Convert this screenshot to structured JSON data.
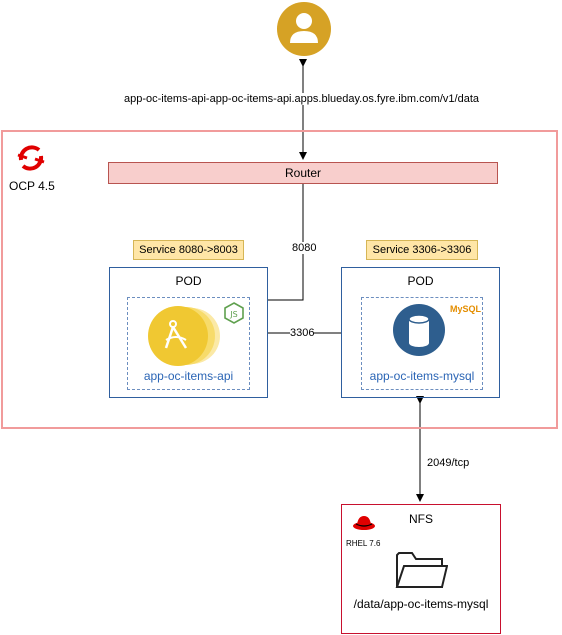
{
  "client": {
    "url_label": "app-oc-items-api-app-oc-items-api.apps.blueday.os.fyre.ibm.com/v1/data"
  },
  "ocp": {
    "label": "OCP 4.5"
  },
  "router": {
    "label": "Router"
  },
  "links": {
    "router_port": "8080",
    "pod_port": "3306",
    "nfs_port": "2049/tcp"
  },
  "services": [
    {
      "label": "Service 8080->8003"
    },
    {
      "label": "Service 3306->3306"
    }
  ],
  "pods": [
    {
      "title": "POD",
      "container": "app-oc-items-api"
    },
    {
      "title": "POD",
      "container": "app-oc-items-mysql",
      "badge": "MySQL"
    }
  ],
  "nfs": {
    "title": "NFS",
    "os": "RHEL 7.6",
    "path": "/data/app-oc-items-mysql"
  },
  "colors": {
    "user_circle": "#d6a225",
    "ocp_border": "#f19b9b",
    "router_fill": "#f8cecc",
    "service_fill": "#ffe6a7",
    "pod_border": "#2f5f9e",
    "label_blue": "#2b65b5",
    "nodejs_circle": "#f0c832",
    "db_icon": "#2e5e8e",
    "redhat": "#e00000"
  }
}
